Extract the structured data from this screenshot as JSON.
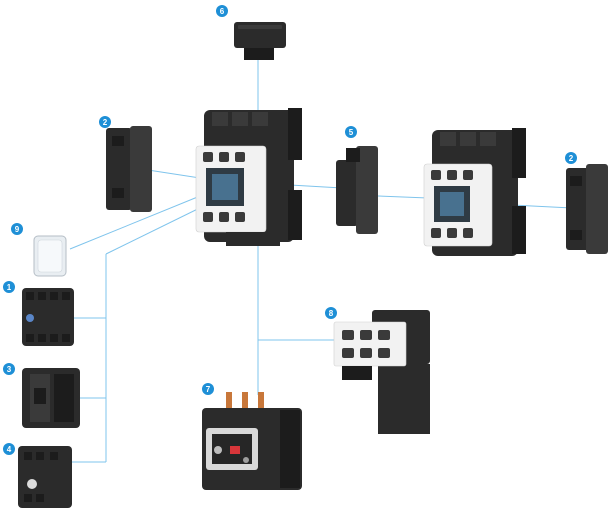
{
  "colors": {
    "badge": "#1e8fd6",
    "connector_line": "#7fc4ec",
    "component_black": "#2b2b2b",
    "component_white": "#f2f2f2",
    "copper_terminal": "#c8773a",
    "indicator_red": "#d8363a"
  },
  "parts": [
    {
      "id": "1",
      "component": "front-auxiliary-contact-block-4pole"
    },
    {
      "id": "2",
      "component": "side-auxiliary-contact-block"
    },
    {
      "id": "3",
      "component": "front-auxiliary-contact-block-2pole"
    },
    {
      "id": "4",
      "component": "timer-delay-block"
    },
    {
      "id": "5",
      "component": "mechanical-interlock"
    },
    {
      "id": "6",
      "component": "surge-suppressor"
    },
    {
      "id": "7",
      "component": "thermal-overload-relay"
    },
    {
      "id": "8",
      "component": "overload-relay-mounting-adapter"
    },
    {
      "id": "9",
      "component": "transparent-cover"
    }
  ],
  "main_units": [
    {
      "component": "ac-contactor-main"
    },
    {
      "component": "ac-contactor-secondary"
    }
  ]
}
